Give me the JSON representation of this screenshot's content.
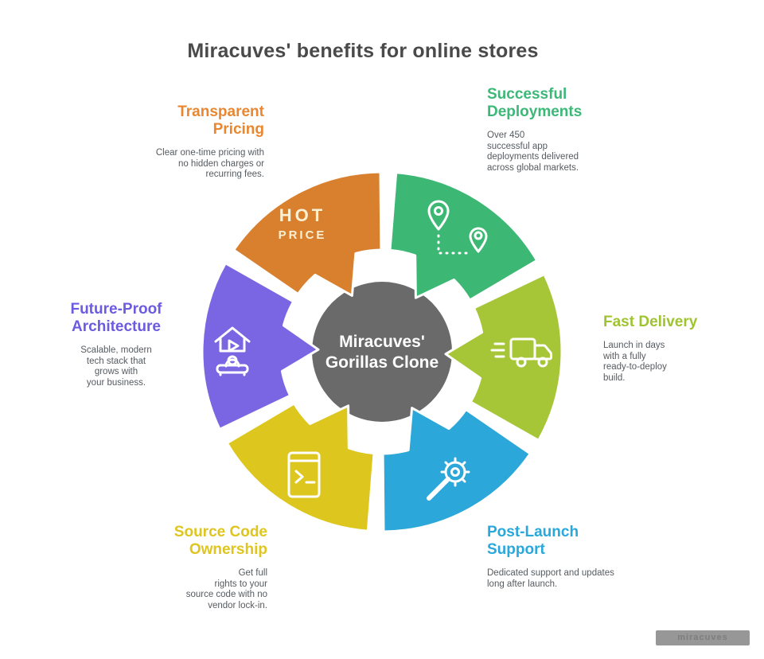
{
  "title": "Miracuves' benefits for online stores",
  "center": {
    "line1": "Miracuves'",
    "line2": "Gorillas Clone"
  },
  "hot_price": {
    "line1": "HOT",
    "line2": "PRICE"
  },
  "watermark": "miracuves",
  "sections": [
    {
      "id": "transparent-pricing",
      "heading": "Transparent\nPricing",
      "color": "#e8872f",
      "body": "Clear one-time pricing with\nno hidden charges or\nrecurring fees."
    },
    {
      "id": "successful-deployments",
      "heading": "Successful\nDeployments",
      "color": "#3cb878",
      "body": "Over 450\nsuccessful app\ndeployments delivered\nacross global markets."
    },
    {
      "id": "fast-delivery",
      "heading": "Fast Delivery",
      "color": "#9fc42f",
      "body": "Launch in days\nwith a fully\nready-to-deploy\nbuild."
    },
    {
      "id": "post-launch-support",
      "heading": "Post-Launch\nSupport",
      "color": "#29a8dc",
      "body": "Dedicated support and updates\nlong after launch."
    },
    {
      "id": "source-code-ownership",
      "heading": "Source Code\nOwnership",
      "color": "#dfc51f",
      "body": "Get full\nrights to your\nsource code with no\nvendor lock-in."
    },
    {
      "id": "future-proof-architecture",
      "heading": "Future-Proof\nArchitecture",
      "color": "#6a5be0",
      "body": "Scalable, modern\ntech stack that\ngrows with\nyour business."
    }
  ],
  "wheel": {
    "center_color": "#6a6a6a",
    "segments": [
      {
        "name": "transparent-pricing",
        "color": "#d9802f",
        "icon": "hot-price"
      },
      {
        "name": "successful-deployments",
        "color": "#3db874",
        "icon": "route-pins"
      },
      {
        "name": "fast-delivery",
        "color": "#a6c637",
        "icon": "delivery-truck"
      },
      {
        "name": "post-launch-support",
        "color": "#2ba7d9",
        "icon": "wrench-gear"
      },
      {
        "name": "source-code-ownership",
        "color": "#ddc61e",
        "icon": "terminal-code"
      },
      {
        "name": "future-proof-architecture",
        "color": "#7a66e2",
        "icon": "home-media"
      }
    ]
  }
}
